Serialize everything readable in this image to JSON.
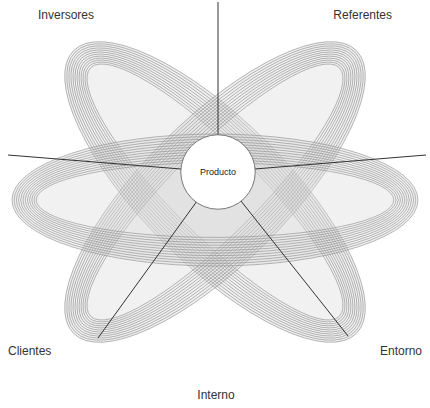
{
  "diagram": {
    "nodes": [
      {
        "text": [
          "Producto"
        ]
      }
    ],
    "labels": [
      "Inversores",
      "Referentes",
      "Clientes",
      "Entorno",
      "Interno"
    ]
  }
}
